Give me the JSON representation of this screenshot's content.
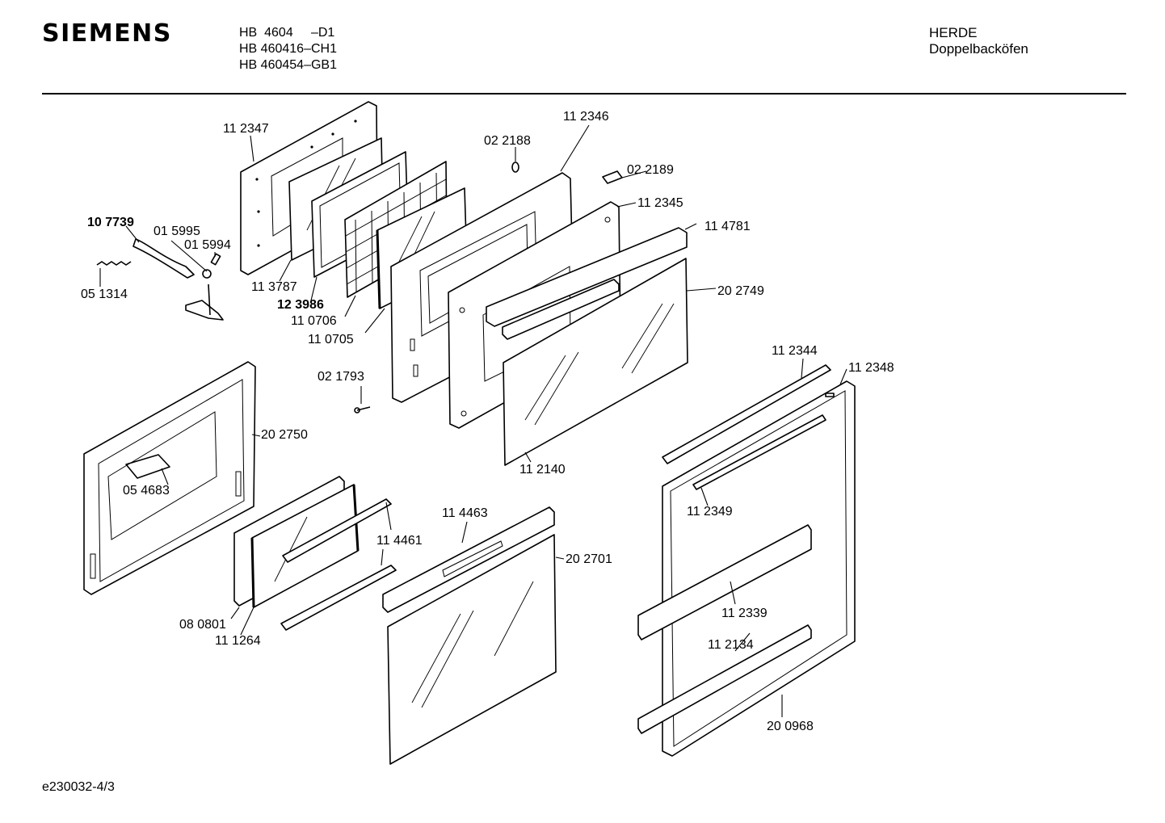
{
  "header": {
    "brand": "SIEMENS",
    "models": [
      "HB  4604     –D1",
      "HB 460416–CH1",
      "HB 460454–GB1"
    ],
    "category": "HERDE",
    "subcategory": "Doppelbacköfen"
  },
  "footer": {
    "doc_id": "e230032-4/3"
  },
  "parts": [
    {
      "id": "p112347",
      "label": "11 2347"
    },
    {
      "id": "p112346",
      "label": "11 2346"
    },
    {
      "id": "p022188",
      "label": "02 2188"
    },
    {
      "id": "p022189",
      "label": "02 2189"
    },
    {
      "id": "p112345",
      "label": "11 2345"
    },
    {
      "id": "p114781",
      "label": "11 4781"
    },
    {
      "id": "p107739",
      "label": "10 7739"
    },
    {
      "id": "p015995",
      "label": "01 5995"
    },
    {
      "id": "p015994",
      "label": "01 5994"
    },
    {
      "id": "p051314",
      "label": "05 1314"
    },
    {
      "id": "p113787",
      "label": "11 3787"
    },
    {
      "id": "p123986",
      "label": "12 3986"
    },
    {
      "id": "p110706",
      "label": "11 0706"
    },
    {
      "id": "p110705",
      "label": "11 0705"
    },
    {
      "id": "p202749",
      "label": "20 2749"
    },
    {
      "id": "p021793",
      "label": "02 1793"
    },
    {
      "id": "p112344",
      "label": "11 2344"
    },
    {
      "id": "p112348",
      "label": "11 2348"
    },
    {
      "id": "p202750",
      "label": "20 2750"
    },
    {
      "id": "p054683",
      "label": "05 4683"
    },
    {
      "id": "p112140",
      "label": "11 2140"
    },
    {
      "id": "p112349",
      "label": "11 2349"
    },
    {
      "id": "p114463",
      "label": "11 4463"
    },
    {
      "id": "p114461",
      "label": "11 4461"
    },
    {
      "id": "p202701",
      "label": "20 2701"
    },
    {
      "id": "p112339",
      "label": "11 2339"
    },
    {
      "id": "p080801",
      "label": "08 0801"
    },
    {
      "id": "p111264",
      "label": "11 1264"
    },
    {
      "id": "p112134",
      "label": "11 2134"
    },
    {
      "id": "p200968",
      "label": "20 0968"
    }
  ]
}
